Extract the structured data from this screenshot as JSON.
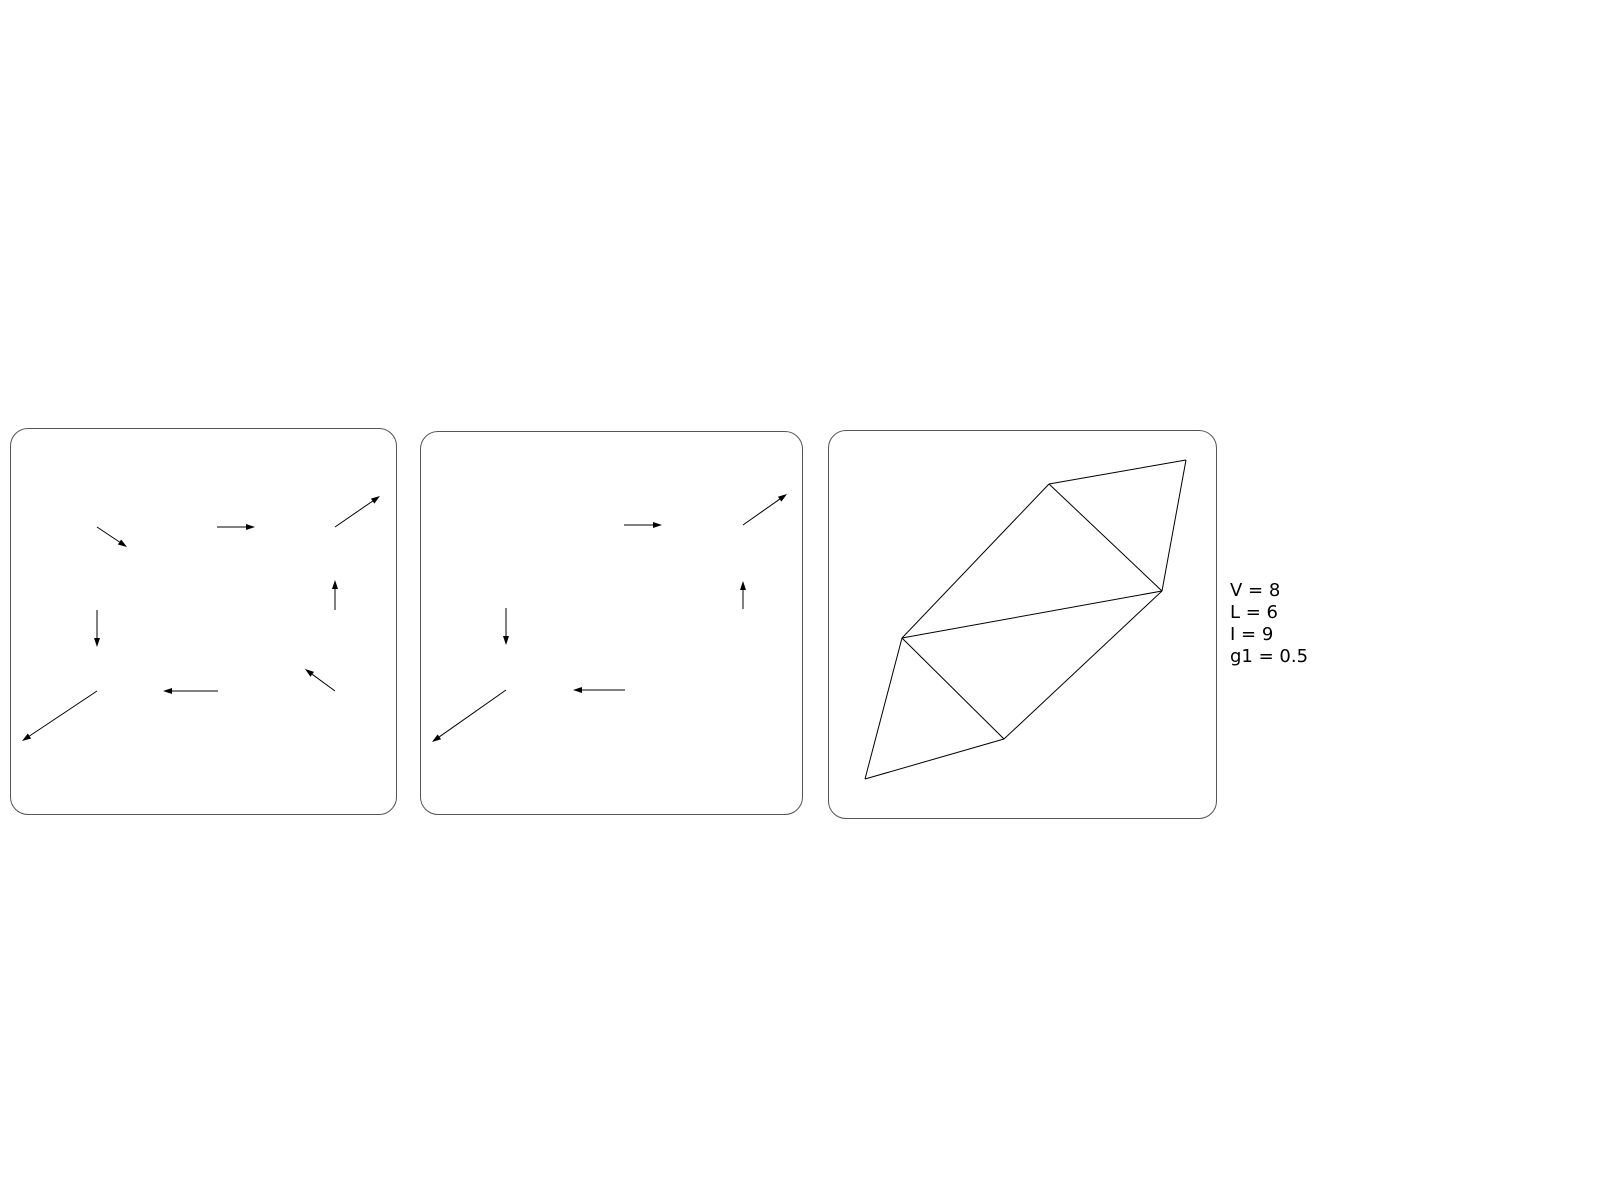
{
  "panels": [
    {
      "name": "vector-panel-1",
      "arrows": [
        {
          "name": "arrow-top-left"
        },
        {
          "name": "arrow-top-center"
        },
        {
          "name": "arrow-top-right"
        },
        {
          "name": "arrow-right-middle"
        },
        {
          "name": "arrow-bottom-right"
        },
        {
          "name": "arrow-bottom-center"
        },
        {
          "name": "arrow-bottom-left"
        },
        {
          "name": "arrow-left-middle"
        }
      ]
    },
    {
      "name": "vector-panel-2",
      "arrows": [
        {
          "name": "arrow-top-center"
        },
        {
          "name": "arrow-top-right"
        },
        {
          "name": "arrow-right-middle"
        },
        {
          "name": "arrow-bottom-center"
        },
        {
          "name": "arrow-bottom-left"
        },
        {
          "name": "arrow-left-middle"
        }
      ]
    },
    {
      "name": "mesh-panel",
      "edges": 9
    }
  ],
  "stats": {
    "V": "V = 8",
    "L": "L = 6",
    "I": "I = 9",
    "g1": "g1 = 0.5"
  },
  "colors": {
    "frame": "#555555",
    "ink": "#000000"
  }
}
